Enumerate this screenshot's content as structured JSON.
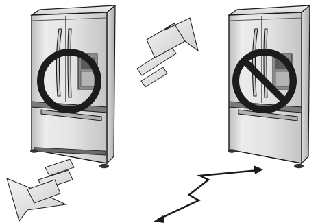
{
  "figure": {
    "left_panel": {
      "subject": "refrigerator",
      "symbol": "circle-icon",
      "movement": "straight-diagonal"
    },
    "right_panel": {
      "subject": "refrigerator",
      "symbol": "prohibited-icon",
      "movement": "zigzag"
    }
  },
  "colors": {
    "outline": "#1a1a1a",
    "symbol": "#1c1c1c",
    "cabinet_light": "#ececec",
    "cabinet_mid": "#d6d6d6",
    "cabinet_dark": "#9a9a9a",
    "arrow_fill": "#e2e2e2",
    "background": "#ffffff"
  }
}
